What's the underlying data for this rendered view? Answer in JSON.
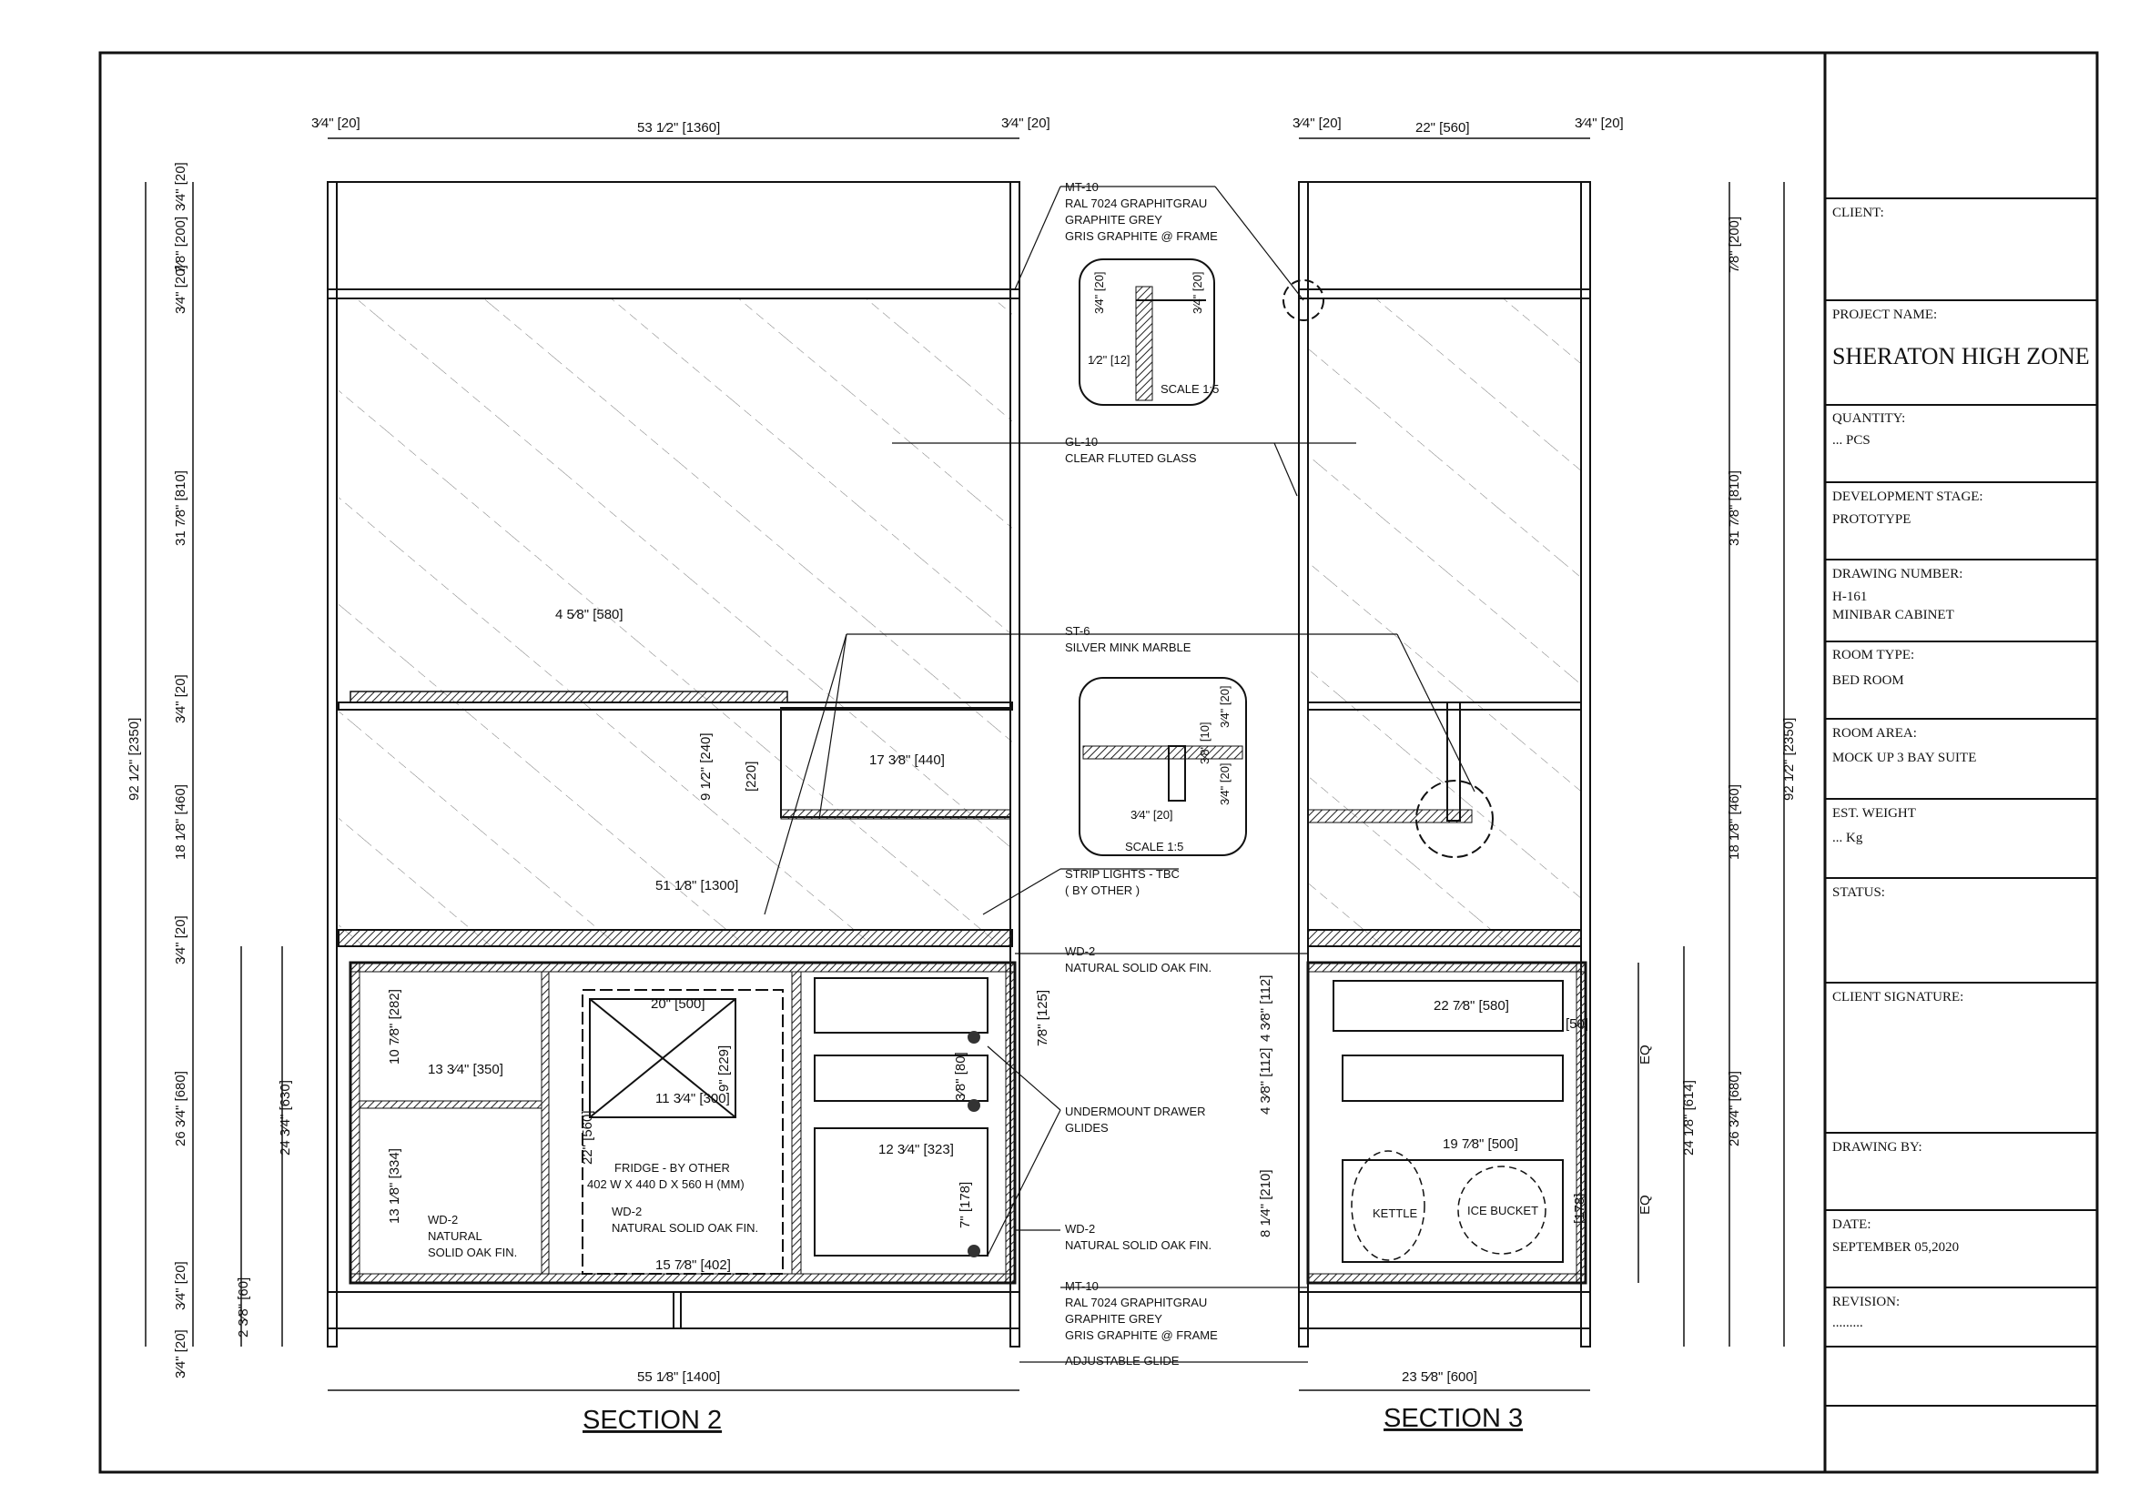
{
  "section2": {
    "title": "SECTION 2",
    "dims": {
      "top_left": "3⁄4\" [20]",
      "top_mid": "53 1⁄2\" [1360]",
      "top_right": "3⁄4\" [20]",
      "bottom_overall": "55 1⁄8\" [1400]",
      "overall_height": "92 1⁄2\" [2350]",
      "h_20a": "3⁄4\" [20]",
      "h_200": "7⁄8\" [200]",
      "h_20b": "3⁄4\" [20]",
      "h_810": "31 7⁄8\" [810]",
      "h_20c": "3⁄4\" [20]",
      "h_460": "18 1⁄8\" [460]",
      "h_20d": "3⁄4\" [20]",
      "h_680": "26 3⁄4\" [680]",
      "h_20e": "3⁄4\" [20]",
      "h_20f": "3⁄4\" [20]",
      "shelf_width": "4 5⁄8\" [580]",
      "inner_width": "51 1⁄8\" [1300]",
      "tray_width": "17 3⁄8\" [440]",
      "tray_240": "9 1⁄2\" [240]",
      "tray_220": "[220]",
      "left_bay_350": "13 3⁄4\" [350]",
      "left_bay_282": "10 7⁄8\" [282]",
      "left_bay_334": "13 1⁄8\" [334]",
      "fridge_width": "20\" [500]",
      "fridge_300": "11 3⁄4\" [300]",
      "fridge_229": "9\" [229]",
      "fridge_560": "22\" [560]",
      "fridge_402": "15 7⁄8\" [402]",
      "drawer_323": "12 3⁄4\" [323]",
      "drawer_178": "7\" [178]",
      "drawer_80": "3⁄8\" [80]",
      "drawer_125": "7⁄8\" [125]",
      "h_630": "24 3⁄4\" [630]",
      "h_60": "2 3⁄8\" [60]"
    }
  },
  "section3": {
    "title": "SECTION 3",
    "dims": {
      "top_left": "3⁄4\" [20]",
      "top_mid": "22\" [560]",
      "top_right": "3⁄4\" [20]",
      "bottom_overall": "23 5⁄8\" [600]",
      "overall_height": "92 1⁄2\" [2350]",
      "h_200": "7⁄8\" [200]",
      "h_810": "31 7⁄8\" [810]",
      "h_460": "18 1⁄8\" [460]",
      "h_680": "26 3⁄4\" [680]",
      "h_614": "24 1⁄8\" [614]",
      "drawer_580": "22 7⁄8\" [580]",
      "drawer_500": "19 7⁄8\" [500]",
      "drawer_112a": "4 3⁄8\" [112]",
      "drawer_112b": "4 3⁄8\" [112]",
      "drawer_210": "8 1⁄4\" [210]",
      "drawer_178": "[178]",
      "drawer_50": "[50]",
      "eq": "EQ",
      "kettle": "KETTLE",
      "ice_bucket": "ICE BUCKET"
    }
  },
  "notes": {
    "mt10_top": [
      "MT-10",
      "RAL 7024 GRAPHITGRAU",
      "GRAPHITE GREY",
      "GRIS GRAPHITE @ FRAME"
    ],
    "gl10": [
      "GL-10",
      "CLEAR FLUTED GLASS"
    ],
    "st6": [
      "ST-6",
      "SILVER MINK MARBLE"
    ],
    "strip": [
      "STRIP LIGHTS - TBC",
      "( BY OTHER )"
    ],
    "wd2_top": [
      "WD-2",
      "NATURAL SOLID OAK FIN."
    ],
    "undermount": [
      "UNDERMOUNT DRAWER",
      "GLIDES"
    ],
    "wd2_bottom": [
      "WD-2",
      "NATURAL SOLID OAK FIN."
    ],
    "mt10_bottom": [
      "MT-10",
      "RAL 7024 GRAPHITGRAU",
      "GRAPHITE GREY",
      "GRIS GRAPHITE @ FRAME"
    ],
    "glide": "ADJUSTABLE GLIDE",
    "fridge": [
      "FRIDGE - BY OTHER",
      "402 W X 440 D X 560 H (MM)"
    ],
    "wd2_fridge": [
      "WD-2",
      "NATURAL SOLID OAK FIN."
    ],
    "wd2_left": [
      "WD-2",
      "NATURAL",
      "SOLID OAK FIN."
    ]
  },
  "details": {
    "detail1": {
      "scale": "SCALE 1:5",
      "dims": [
        "3⁄4\" [20]",
        "3⁄4\" [20]",
        "1⁄2\" [12]"
      ]
    },
    "detail2": {
      "scale": "SCALE 1:5",
      "dims": [
        "3⁄4\" [20]",
        "3⁄8\" [10]",
        "3⁄4\" [20]",
        "3⁄4\" [20]"
      ]
    }
  },
  "title_block": {
    "client_label": "CLIENT:",
    "client_value": "",
    "project_label": "PROJECT NAME:",
    "project_value": "SHERATON HIGH ZONE",
    "quantity_label": "QUANTITY:",
    "quantity_value": "... PCS",
    "stage_label": "DEVELOPMENT STAGE:",
    "stage_value": "PROTOTYPE",
    "drawing_number_label": "DRAWING NUMBER:",
    "drawing_number_value": "H-161",
    "drawing_number_sub": "MINIBAR CABINET",
    "room_type_label": "ROOM TYPE:",
    "room_type_value": "BED ROOM",
    "room_area_label": "ROOM AREA:",
    "room_area_value": "MOCK UP 3 BAY SUITE",
    "weight_label": "EST. WEIGHT",
    "weight_value": "... Kg",
    "status_label": "STATUS:",
    "signature_label": "CLIENT SIGNATURE:",
    "drawn_by_label": "DRAWING BY:",
    "date_label": "DATE:",
    "date_value": "SEPTEMBER 05,2020",
    "revision_label": "REVISION:",
    "revision_value": "........."
  }
}
